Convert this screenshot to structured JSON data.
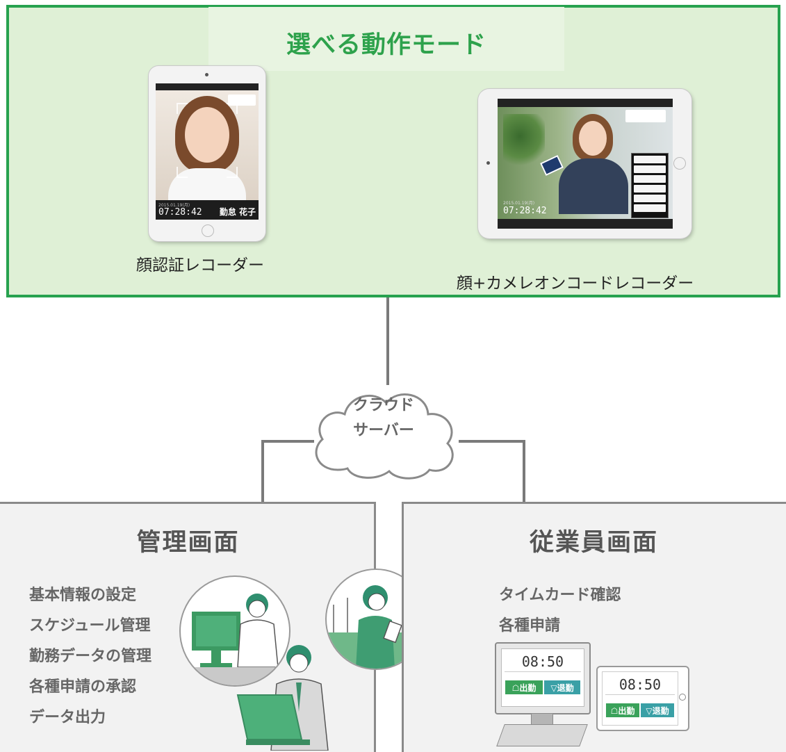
{
  "mode_panel": {
    "title": "選べる動作モード",
    "devices": [
      {
        "label": "顔認証レコーダー",
        "screen_time": "07:28:42",
        "screen_name": "勤怠 花子",
        "screen_date": "2015.01.19(月)"
      },
      {
        "label": "顔+カメレオンコードレコーダー",
        "screen_time": "07:28:42",
        "screen_date": "2015.01.19(月)"
      }
    ]
  },
  "cloud": {
    "line1": "クラウド",
    "line2": "サーバー"
  },
  "admin": {
    "title": "管理画面",
    "features": [
      "基本情報の設定",
      "スケジュール管理",
      "勤務データの管理",
      "各種申請の承認",
      "データ出力"
    ]
  },
  "staff": {
    "title": "従業員画面",
    "features": [
      "タイムカード確認",
      "各種申請"
    ],
    "pc_card": {
      "time": "08:50",
      "clock_in": "出勤",
      "clock_out": "退勤"
    },
    "tablet_card": {
      "time": "08:50",
      "clock_in": "出勤",
      "clock_out": "退勤"
    }
  },
  "colors": {
    "accent_green": "#27a24f",
    "panel_green": "#dff0d6",
    "panel_gray": "#f2f2f2",
    "button_green": "#3aa25a",
    "button_teal": "#3aa0a6"
  }
}
